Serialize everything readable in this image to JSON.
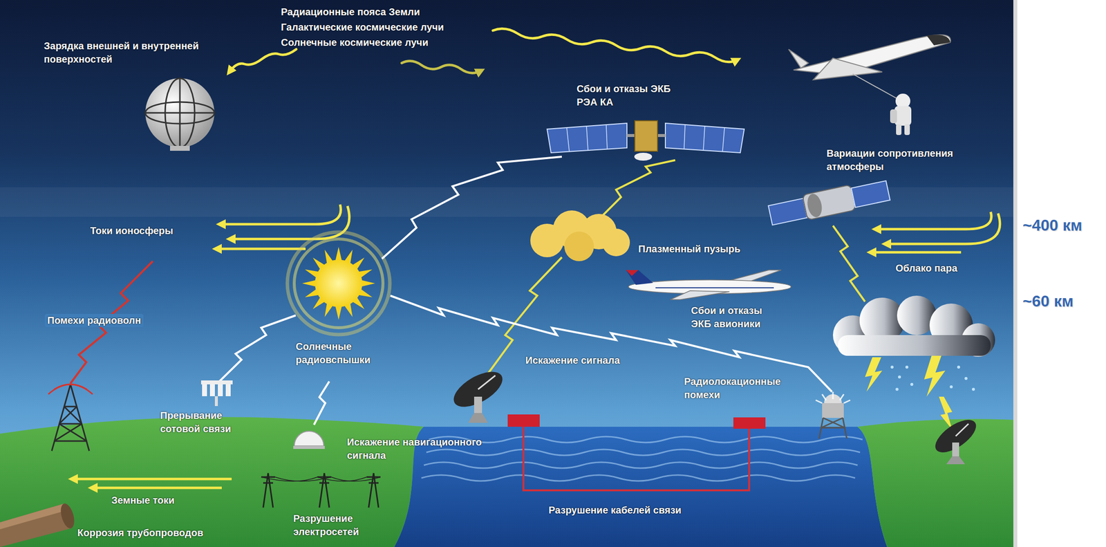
{
  "diagram": {
    "labels": [
      "Радиационные пояса Земли",
      "Галактические космические лучи",
      "Солнечные космические лучи",
      "Зарядка внешней и внутренней поверхностей",
      "Сбои и отказы ЭКБ РЭА КА",
      "Вариации сопротивления атмосферы",
      "~400 км",
      "Токи ионосферы",
      "Плазменный пузырь",
      "Облако пара",
      "~60 км",
      "Сбои и отказы ЭКБ авионики",
      "Помехи радиоволн",
      "Солнечные радиовспышки",
      "Искажение сигнала",
      "Радиолокационные помехи",
      "Прерывание сотовой связи",
      "Искажение навигационного сигнала",
      "Земные токи",
      "Разрушение кабелей связи",
      "Разрушение электросетей",
      "Коррозия трубопроводов"
    ]
  }
}
